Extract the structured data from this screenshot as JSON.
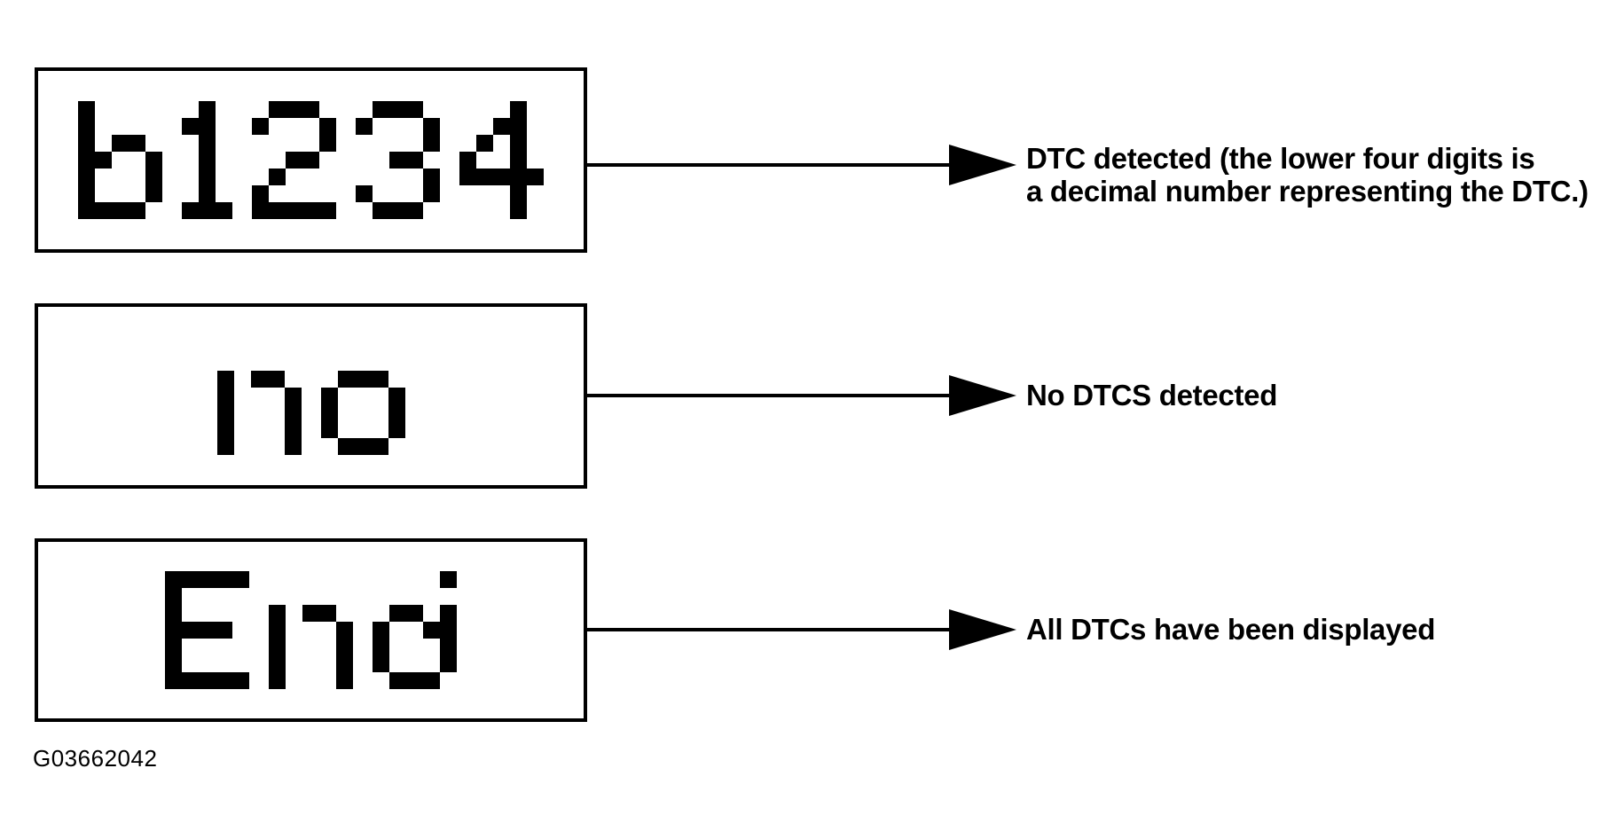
{
  "figure": {
    "code": "G03662042",
    "colors": {
      "ink": "#000000",
      "background": "#ffffff"
    }
  },
  "rows": [
    {
      "display": "b1234",
      "label_lines": [
        "DTC detected (the lower four digits is",
        "a decimal number representing the DTC.)"
      ]
    },
    {
      "display": "no",
      "label_lines": [
        "No DTCS detected"
      ]
    },
    {
      "display": "End",
      "label_lines": [
        "All DTCs have been displayed"
      ]
    }
  ],
  "glyphs": {
    "b": [
      "10000",
      "10000",
      "10110",
      "11001",
      "10001",
      "10001",
      "11110"
    ],
    "1": [
      "010",
      "110",
      "010",
      "010",
      "010",
      "010",
      "111"
    ],
    "2": [
      "01110",
      "10001",
      "00001",
      "00110",
      "01000",
      "10000",
      "11111"
    ],
    "3": [
      "01110",
      "10001",
      "00001",
      "00110",
      "00001",
      "10001",
      "01110"
    ],
    "4": [
      "00010",
      "00110",
      "01010",
      "10010",
      "11111",
      "00010",
      "00010"
    ],
    "n": [
      "00000",
      "00000",
      "10110",
      "10001",
      "10001",
      "10001",
      "10001"
    ],
    "o": [
      "00000",
      "00000",
      "01110",
      "10001",
      "10001",
      "10001",
      "01110"
    ],
    "E": [
      "11111",
      "10000",
      "10000",
      "11110",
      "10000",
      "10000",
      "11111"
    ],
    "d": [
      "00001",
      "00000",
      "01101",
      "10011",
      "10001",
      "10001",
      "01110"
    ]
  }
}
